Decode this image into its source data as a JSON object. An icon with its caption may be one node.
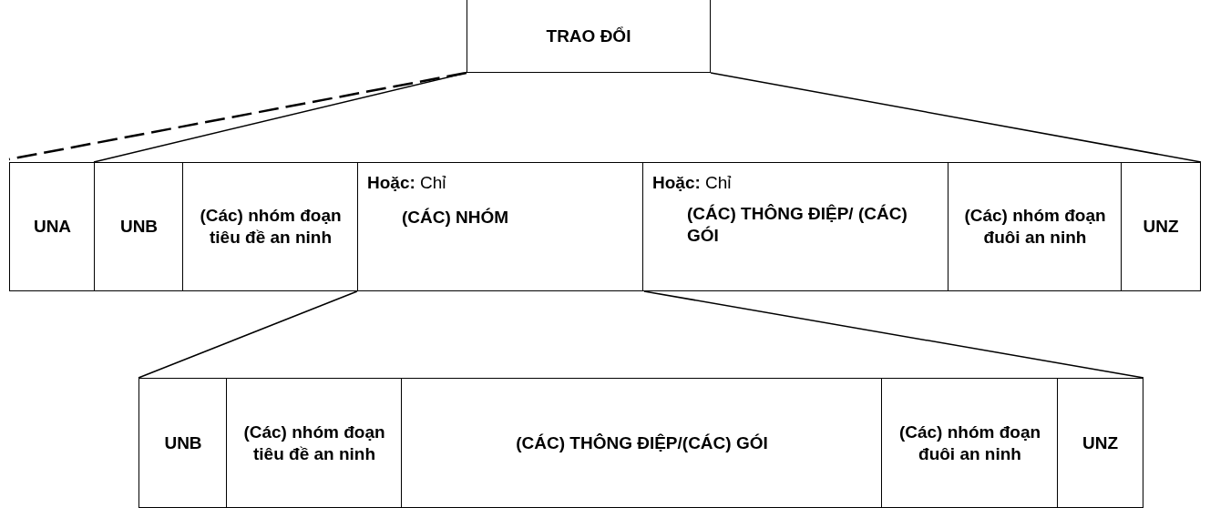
{
  "diagram": {
    "nodes": [
      {
        "text": [
          "TRAO ĐỔI"
        ]
      },
      {
        "text": [
          "UNA"
        ]
      },
      {
        "text": [
          "UNB"
        ]
      },
      {
        "text": [
          "(Các) nhóm đoạn tiêu đề an ninh"
        ]
      },
      {
        "text": [
          "**Hoặc:** Chỉ",
          "(CÁC) NHÓM"
        ]
      },
      {
        "text": [
          "**Hoặc:** Chỉ",
          "(CÁC) THÔNG ĐIỆP/ (CÁC) GÓI"
        ]
      },
      {
        "text": [
          "(Các) nhóm đoạn đuôi an ninh"
        ]
      },
      {
        "text": [
          "UNZ"
        ]
      },
      {
        "text": [
          "UNB"
        ]
      },
      {
        "text": [
          "(Các) nhóm đoạn tiêu đề an ninh"
        ]
      },
      {
        "text": [
          "(CÁC) THÔNG ĐIỆP/(CÁC) GÓI"
        ]
      },
      {
        "text": [
          "(Các) nhóm đoạn đuôi an ninh"
        ]
      },
      {
        "text": [
          "UNZ"
        ]
      }
    ],
    "edges": [
      {
        "from": 0,
        "to": 1,
        "arrow": "none",
        "style": "dashed"
      },
      {
        "from": 0,
        "to": 2,
        "arrow": "none"
      },
      {
        "from": 0,
        "to": 7,
        "arrow": "none"
      },
      {
        "from": 4,
        "to": 8,
        "arrow": "none"
      },
      {
        "from": 4,
        "to": 12,
        "arrow": "none"
      }
    ]
  }
}
